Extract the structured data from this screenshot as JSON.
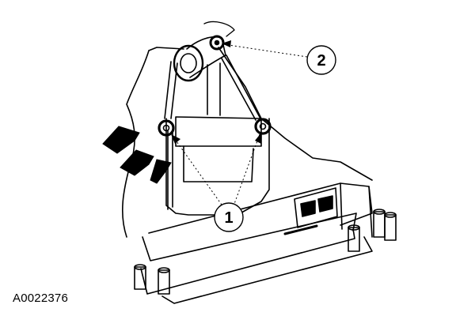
{
  "figure": {
    "code": "A0022376"
  },
  "callouts": [
    {
      "id": "1",
      "label": "1"
    },
    {
      "id": "2",
      "label": "2"
    }
  ],
  "colors": {
    "ink": "#000000",
    "paper": "#ffffff"
  }
}
